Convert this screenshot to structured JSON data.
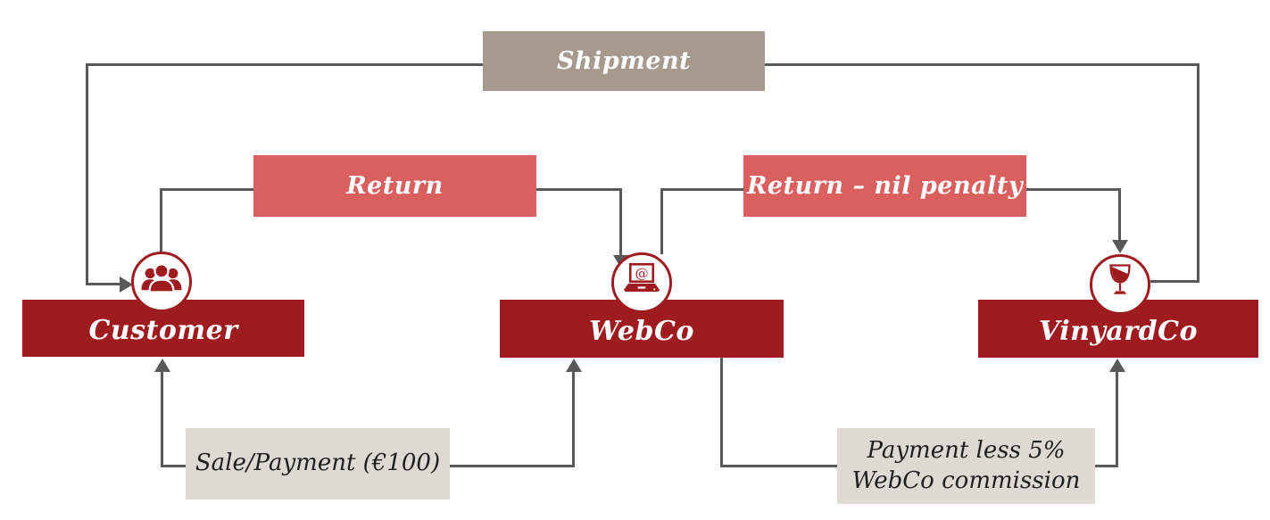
{
  "entities": {
    "customer": {
      "label": "Customer",
      "icon": "people-group-icon"
    },
    "webco": {
      "label": "WebCo",
      "icon": "laptop-email-icon"
    },
    "vinyardco": {
      "label": "VinyardCo",
      "icon": "wine-glass-icon"
    }
  },
  "flows": {
    "shipment": {
      "label": "Shipment",
      "from": "VinyardCo",
      "to": "Customer"
    },
    "return_to_webco": {
      "label": "Return",
      "from": "Customer",
      "to": "WebCo"
    },
    "return_to_vinyard": {
      "label": "Return – nil penalty",
      "from": "WebCo",
      "to": "VinyardCo"
    },
    "sale_payment": {
      "label": "Sale/Payment (€100)",
      "from": "Customer",
      "to": "WebCo",
      "direction": "bidirectional"
    },
    "payment_commission": {
      "label": "Payment less 5% WebCo commission",
      "from": "WebCo",
      "to": "VinyardCo"
    }
  },
  "colors": {
    "entity_box": "#9e1c20",
    "shipment_box": "#a69a8f",
    "return_box": "#d9605f",
    "payment_box": "#ded9d2",
    "connector": "#595959",
    "label_dark": "#1f1f1f"
  }
}
